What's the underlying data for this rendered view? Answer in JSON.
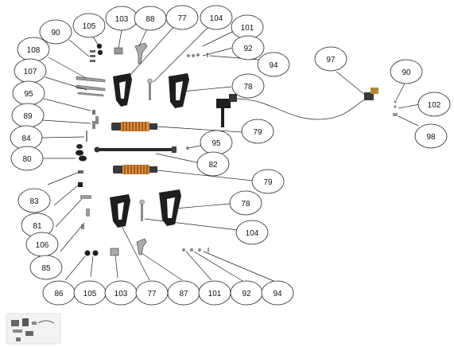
{
  "callouts": {
    "c90_top": "90",
    "c105_top": "105",
    "c103_top": "103",
    "c88": "88",
    "c77_top": "77",
    "c104_top": "104",
    "c101_top": "101",
    "c92_top": "92",
    "c94_top": "94",
    "c108": "108",
    "c107": "107",
    "c95_left": "95",
    "c89": "89",
    "c84": "84",
    "c78_top": "78",
    "c79_top": "79",
    "c95_mid": "95",
    "c80": "80",
    "c82": "82",
    "c83": "83",
    "c79_mid": "79",
    "c81": "81",
    "c78_mid": "78",
    "c106": "106",
    "c104_mid": "104",
    "c85": "85",
    "c86": "86",
    "c105_bot": "105",
    "c103_bot": "103",
    "c77_bot": "77",
    "c87": "87",
    "c101_bot": "101",
    "c92_bot": "92",
    "c94_bot": "94",
    "c97": "97",
    "c90_right": "90",
    "c102": "102",
    "c98": "98"
  },
  "colors": {
    "outline": "#222222",
    "spring": "#d98a3a",
    "metal": "#222222",
    "steel": "#8a8a8a"
  }
}
